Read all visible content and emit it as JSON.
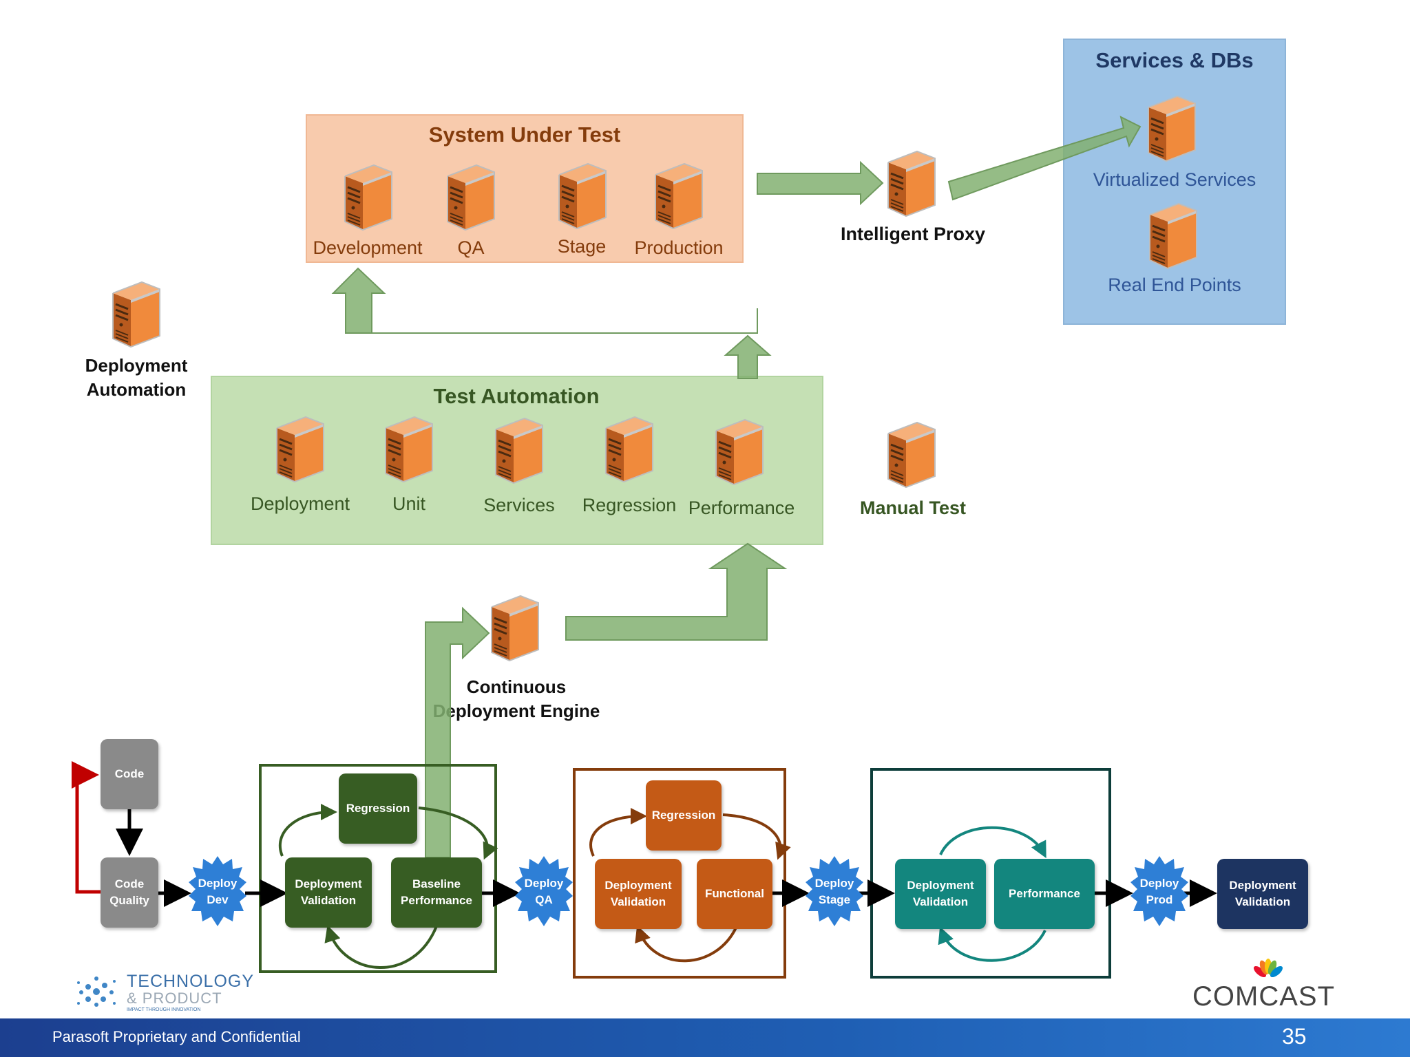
{
  "system_under_test": {
    "title": "System Under Test",
    "servers": [
      "Development",
      "QA",
      "Stage",
      "Production"
    ]
  },
  "intelligent_proxy": "Intelligent Proxy",
  "services_dbs": {
    "title": "Services & DBs",
    "virtualized": "Virtualized Services",
    "real": "Real End Points"
  },
  "deployment_automation": "Deployment\nAutomation",
  "test_automation": {
    "title": "Test Automation",
    "servers": [
      "Deployment",
      "Unit",
      "Services",
      "Regression",
      "Performance"
    ]
  },
  "manual_test": "Manual Test",
  "cd_engine": "Continuous\nDeployment Engine",
  "pipeline": {
    "code": "Code",
    "code_quality": "Code\nQuality",
    "deploy_dev": "Deploy\nDev",
    "dev": {
      "regression": "Regression",
      "deployment_validation": "Deployment\nValidation",
      "baseline_performance": "Baseline\nPerformance"
    },
    "deploy_qa": "Deploy\nQA",
    "qa": {
      "regression": "Regression",
      "deployment_validation": "Deployment\nValidation",
      "functional": "Functional"
    },
    "deploy_stage": "Deploy\nStage",
    "stage": {
      "deployment_validation": "Deployment\nValidation",
      "performance": "Performance"
    },
    "deploy_prod": "Deploy\nProd",
    "prod": {
      "deployment_validation": "Deployment\nValidation"
    }
  },
  "logos": {
    "tp_line1": "TECHNOLOGY",
    "tp_line2": "& PRODUCT",
    "tp_tag": "IMPACT THROUGH INNOVATION",
    "comcast": "COMCAST"
  },
  "footer": {
    "text": "Parasoft Proprietary and Confidential",
    "page": "35"
  },
  "colors": {
    "server_orange": "#e8772e",
    "arrow_green": "#7fac6c",
    "dev_green": "#375d23",
    "qa_orange": "#c45a16",
    "stage_teal": "#13867e",
    "prod_navy": "#1d3461",
    "deploy_blue": "#2e7fd6",
    "gray": "#8a8a8a"
  }
}
